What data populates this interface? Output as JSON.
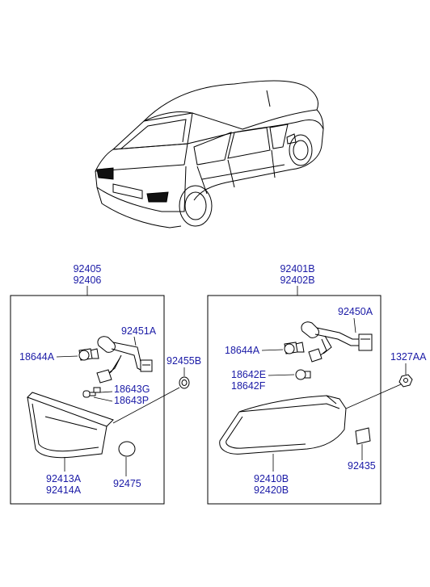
{
  "left_group": {
    "header": [
      "92405",
      "92406"
    ],
    "labels": {
      "socket_harness": "92451A",
      "bulb_large": "18644A",
      "bulb_small": [
        "18643G",
        "18643P"
      ],
      "lamp": [
        "92413A",
        "92414A"
      ],
      "cap": "92475",
      "grommet": "92455B"
    }
  },
  "right_group": {
    "header": [
      "92401B",
      "92402B"
    ],
    "labels": {
      "socket_harness": "92450A",
      "bulb_large": "18644A",
      "bulb_small": [
        "18642E",
        "18642F"
      ],
      "lamp": [
        "92410B",
        "92420B"
      ],
      "pad": "92435",
      "nut": "1327AA"
    }
  },
  "icons": [
    "sedan-rear-view",
    "rear-combination-lamp",
    "bulb",
    "socket-harness",
    "grommet",
    "cap",
    "pad",
    "nut"
  ]
}
